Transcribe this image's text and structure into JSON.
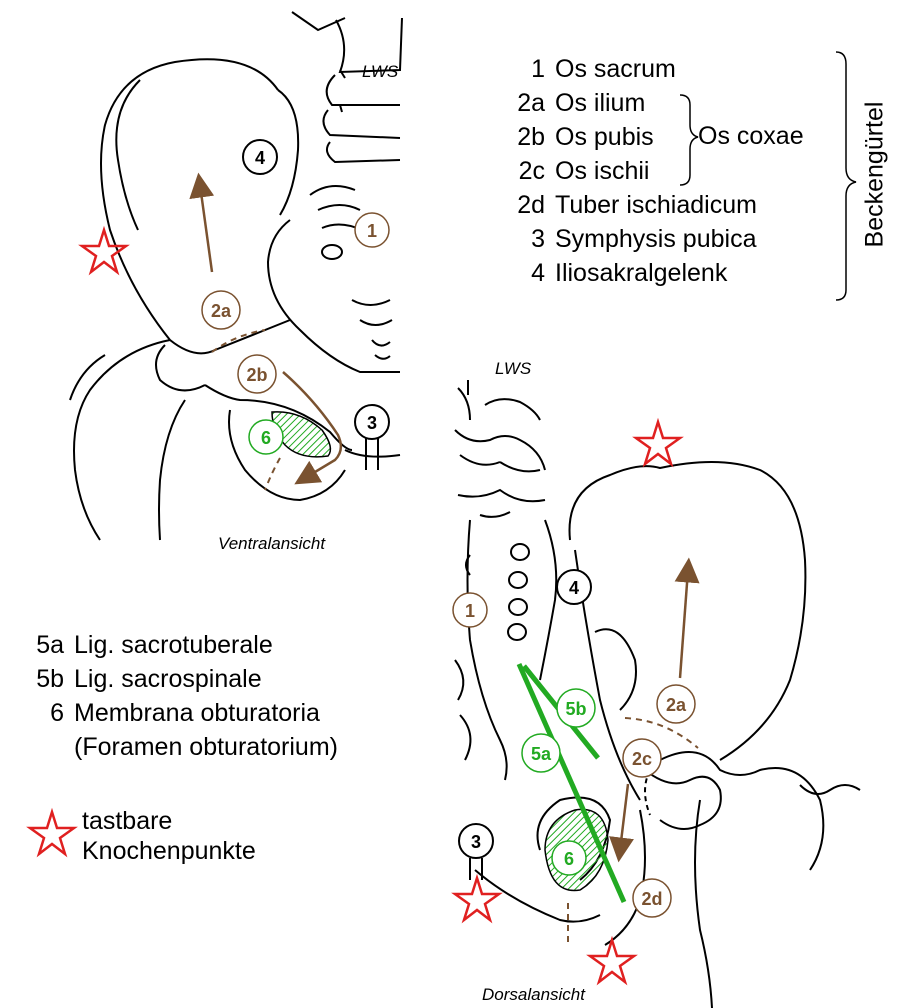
{
  "top_view": {
    "spine_label": "LWS",
    "caption": "Ventralansicht",
    "markers": {
      "m1": "1",
      "m2a": "2a",
      "m2b": "2b",
      "m3": "3",
      "m4": "4",
      "m6": "6"
    }
  },
  "bottom_view": {
    "spine_label": "LWS",
    "caption": "Dorsalansicht",
    "markers": {
      "m1": "1",
      "m2a": "2a",
      "m2c": "2c",
      "m2d": "2d",
      "m3": "3",
      "m4": "4",
      "m5a": "5a",
      "m5b": "5b",
      "m6": "6"
    }
  },
  "legend_top": [
    {
      "num": "1",
      "label": "Os sacrum"
    },
    {
      "num": "2a",
      "label": "Os ilium"
    },
    {
      "num": "2b",
      "label": "Os pubis"
    },
    {
      "num": "2c",
      "label": "Os ischii"
    },
    {
      "num": "2d",
      "label": "Tuber ischiadicum"
    },
    {
      "num": "3",
      "label": "Symphysis pubica"
    },
    {
      "num": "4",
      "label": "Iliosakralgelenk"
    }
  ],
  "legend_group": "Os coxae",
  "legend_group_vertical": "Beckengürtel",
  "legend_bottom": [
    {
      "num": "5a",
      "label": "Lig. sacrotuberale"
    },
    {
      "num": "5b",
      "label": "Lig. sacrospinale"
    },
    {
      "num": "6",
      "label": "Membrana obturatoria"
    },
    {
      "num": "",
      "label": "(Foramen obturatorium)"
    }
  ],
  "star_legend": {
    "line1": "tastbare",
    "line2": "Knochenpunkte"
  },
  "colors": {
    "bone_marker": "#7a5230",
    "ligament": "#22aa22",
    "star": "#e02020",
    "outline": "#000000"
  }
}
